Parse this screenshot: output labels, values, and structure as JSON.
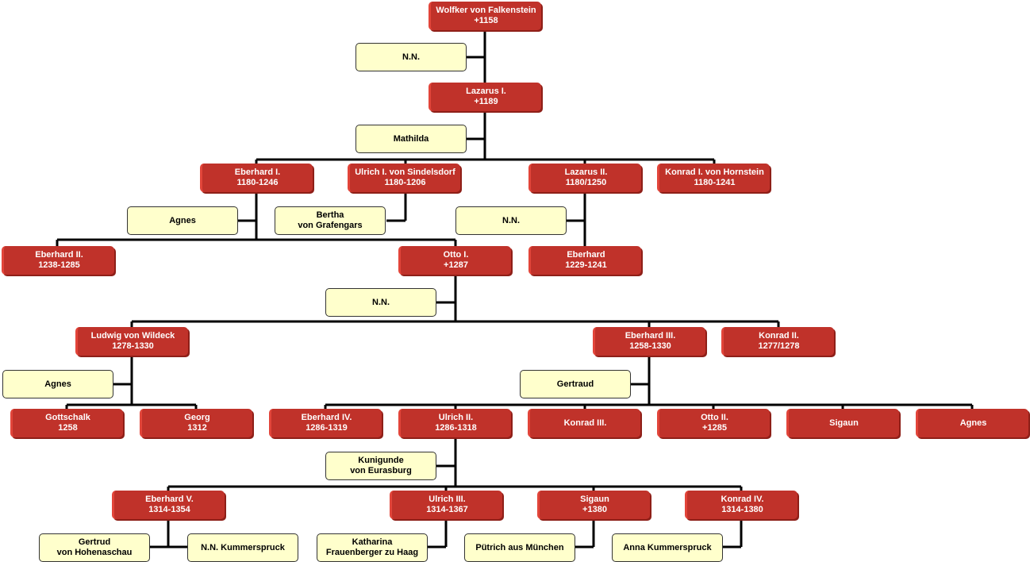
{
  "colors": {
    "person": "#c0322a",
    "spouse": "#ffffcc",
    "line": "#000000"
  },
  "people": {
    "wolfker": {
      "name": "Wolfker von Falkenstein",
      "dates": "+1158"
    },
    "lazarus1": {
      "name": "Lazarus I.",
      "dates": "+1189"
    },
    "eberhard1": {
      "name": "Eberhard I.",
      "dates": "1180-1246"
    },
    "ulrich1": {
      "name": "Ulrich I. von Sindelsdorf",
      "dates": "1180-1206"
    },
    "lazarus2": {
      "name": "Lazarus II.",
      "dates": "1180/1250"
    },
    "konrad1": {
      "name": "Konrad I. von Hornstein",
      "dates": "1180-1241"
    },
    "eberhard2": {
      "name": "Eberhard II.",
      "dates": "1238-1285"
    },
    "otto1": {
      "name": "Otto I.",
      "dates": "+1287"
    },
    "eberhard": {
      "name": "Eberhard",
      "dates": "1229-1241"
    },
    "ludwig": {
      "name": "Ludwig von Wildeck",
      "dates": "1278-1330"
    },
    "eberhard3": {
      "name": "Eberhard III.",
      "dates": "1258-1330"
    },
    "konrad2": {
      "name": "Konrad II.",
      "dates": "1277/1278"
    },
    "gottschalk": {
      "name": "Gottschalk",
      "dates": "1258"
    },
    "georg": {
      "name": "Georg",
      "dates": "1312"
    },
    "eberhard4": {
      "name": "Eberhard IV.",
      "dates": "1286-1319"
    },
    "ulrich2": {
      "name": "Ulrich II.",
      "dates": "1286-1318"
    },
    "konrad3": {
      "name": "Konrad III."
    },
    "otto2": {
      "name": "Otto II.",
      "dates": "+1285"
    },
    "sigaun1": {
      "name": "Sigaun"
    },
    "agnes1": {
      "name": "Agnes"
    },
    "eberhard5": {
      "name": "Eberhard V.",
      "dates": "1314-1354"
    },
    "ulrich3": {
      "name": "Ulrich III.",
      "dates": "1314-1367"
    },
    "sigaun2": {
      "name": "Sigaun",
      "dates": "+1380"
    },
    "konrad4": {
      "name": "Konrad IV.",
      "dates": "1314-1380"
    }
  },
  "spouses": {
    "s1": [
      "N.N."
    ],
    "s2": [
      "Mathilda"
    ],
    "s3": [
      "Agnes"
    ],
    "s4": [
      "Bertha",
      "von Grafengars"
    ],
    "s5": [
      "N.N."
    ],
    "s6": [
      "N.N."
    ],
    "s7": [
      "Agnes"
    ],
    "s8": [
      "Gertraud"
    ],
    "s9": [
      "Kunigunde",
      "von Eurasburg"
    ],
    "s10": [
      "Gertrud",
      "von Hohenaschau"
    ],
    "s11": [
      "N.N. Kummerspruck"
    ],
    "s12": [
      "Katharina",
      "Frauenberger zu Haag"
    ],
    "s13": [
      "Pütrich aus München"
    ],
    "s14": [
      "Anna Kummerspruck"
    ]
  }
}
